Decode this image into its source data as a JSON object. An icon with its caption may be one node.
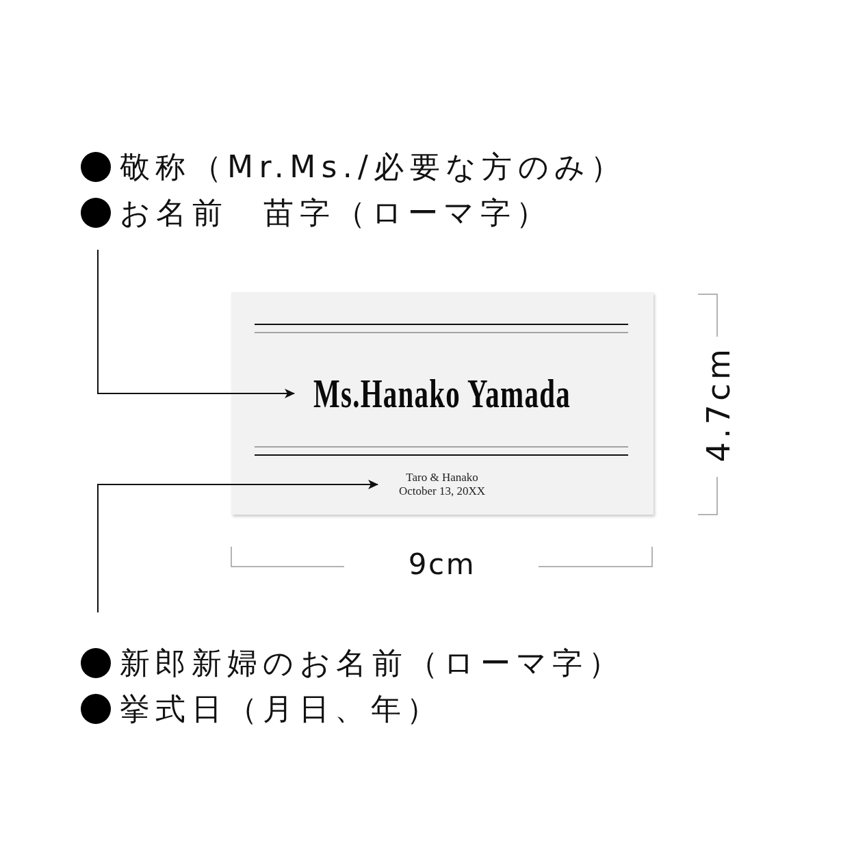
{
  "diagram": {
    "nodes": [
      {
        "text": [
          "敬称（Mr.Ms./必要な方のみ）",
          "お名前　苗字（ローマ字）"
        ]
      },
      {
        "text": [],
        "shape": "box"
      },
      {
        "text": [
          "Ms.Hanako Yamada"
        ],
        "in": 1
      },
      {
        "text": [
          "Taro & Hanako",
          "October 13, 20XX"
        ],
        "in": 1
      },
      {
        "text": [
          "新郎新婦のお名前（ローマ字）",
          "挙式日（月日、年）"
        ]
      }
    ],
    "edges": [
      {
        "from": 0,
        "to": 2,
        "arrow": "to"
      },
      {
        "from": 4,
        "to": 3,
        "arrow": "to"
      }
    ],
    "labels": [
      "4.7cm",
      "9cm"
    ]
  }
}
